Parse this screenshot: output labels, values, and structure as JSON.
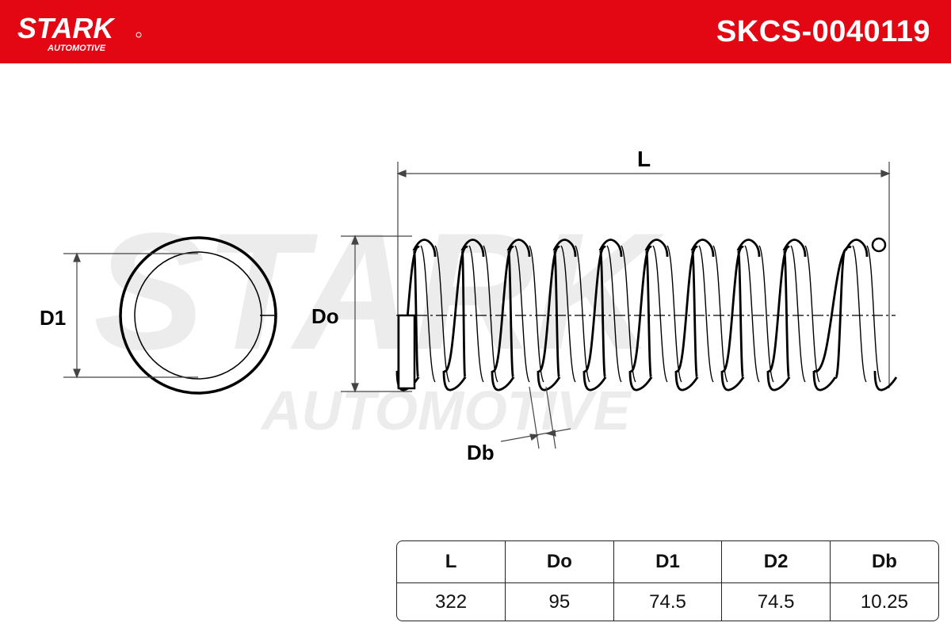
{
  "header": {
    "brand": "STARK",
    "brand_sub": "AUTOMOTIVE",
    "part_number": "SKCS-0040119",
    "color": "#e30613"
  },
  "watermark": {
    "line1": "STARK",
    "line2": "AUTOMOTIVE"
  },
  "diagram": {
    "label_length": "L",
    "label_outer_diameter": "Do",
    "label_end_diameter": "D1",
    "label_wire_diameter": "Db"
  },
  "spec_table": {
    "headers": [
      "L",
      "Do",
      "D1",
      "D2",
      "Db"
    ],
    "values": [
      "322",
      "95",
      "74.5",
      "74.5",
      "10.25"
    ]
  }
}
